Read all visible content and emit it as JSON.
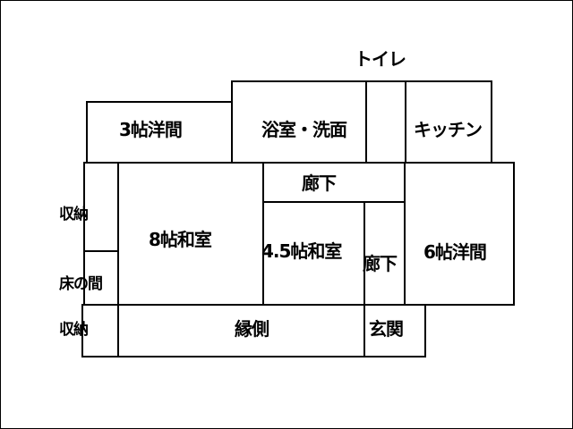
{
  "floor_plan": {
    "rooms": {
      "toilet": "トイレ",
      "western_3": "3帖洋間",
      "bath_wash": "浴室・洗面",
      "kitchen": "キッチン",
      "hallway_top": "廊下",
      "storage_upper": "収納",
      "japanese_8": "8帖和室",
      "japanese_45": "4.5帖和室",
      "hallway_mid": "廊下",
      "western_6": "6帖洋間",
      "tokonoma": "床の間",
      "storage_lower": "収納",
      "engawa": "縁側",
      "entrance": "玄関"
    }
  }
}
